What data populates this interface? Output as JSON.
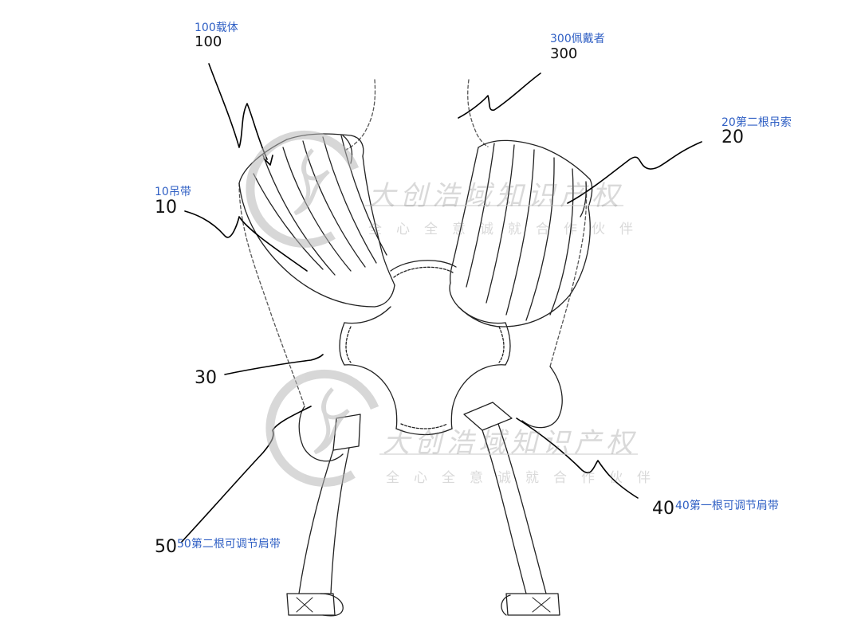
{
  "labels": {
    "l100_anno": "100载体",
    "l100_num": "100",
    "l300_anno": "300佩戴者",
    "l300_num": "300",
    "l20_anno": "20第二根吊索",
    "l20_num": "20",
    "l10_anno": "10吊带",
    "l10_num": "10",
    "l30_num": "30",
    "l40_num": "40",
    "l40_anno": "40第一根可调节肩带",
    "l50_num": "50",
    "l50_anno": "50第二根可调节肩带"
  },
  "watermark": {
    "title": "大创浩域知识产权",
    "slogan": "全心全意诚就合作伙伴"
  },
  "colors": {
    "annotation": "#2f5fc4",
    "line": "#111111",
    "watermark": "#b0b0b0"
  }
}
